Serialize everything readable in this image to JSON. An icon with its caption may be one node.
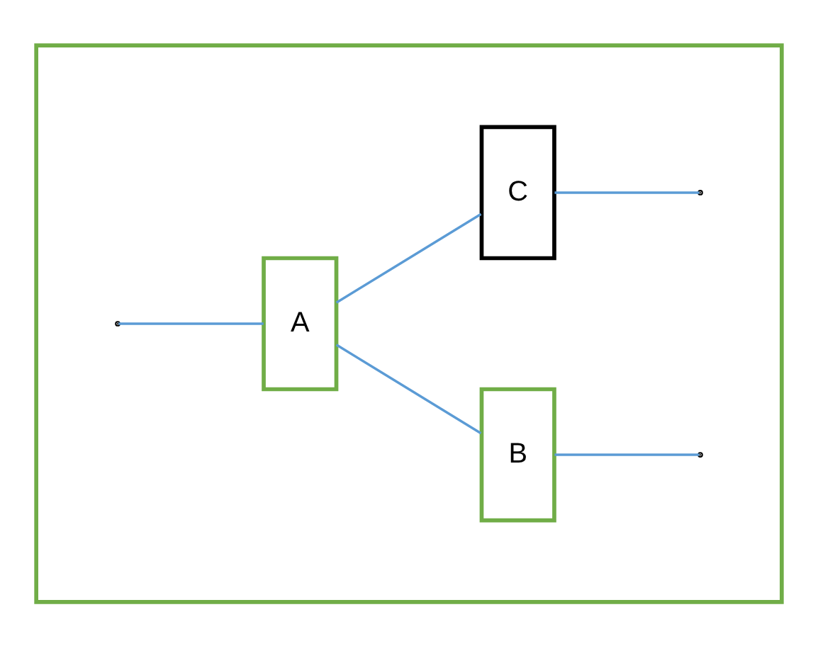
{
  "diagram": {
    "nodes": [
      {
        "text": [],
        "shape": "box"
      },
      {
        "text": [
          "A"
        ],
        "in": 0
      },
      {
        "text": [
          "B"
        ],
        "in": 0
      },
      {
        "text": [
          "C"
        ],
        "in": 0
      }
    ],
    "edges": [
      {
        "from": null,
        "to": 1,
        "arrow": "none"
      },
      {
        "from": 1,
        "to": 2,
        "arrow": "none"
      },
      {
        "from": 1,
        "to": 3,
        "arrow": "none"
      },
      {
        "from": 2,
        "to": null,
        "arrow": "none"
      },
      {
        "from": 3,
        "to": null,
        "arrow": "none"
      }
    ]
  }
}
